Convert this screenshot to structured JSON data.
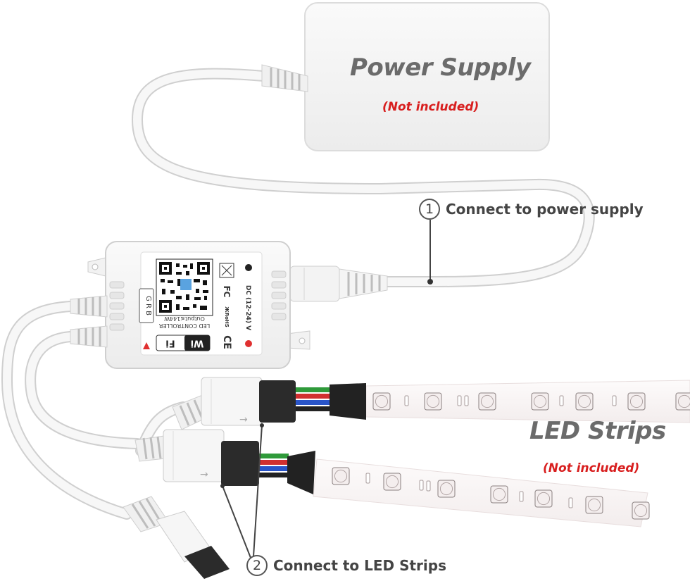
{
  "power_supply": {
    "title": "Power Supply",
    "note": "(Not included)"
  },
  "step1": {
    "number": "1",
    "text": "Connect to power supply"
  },
  "step2": {
    "number": "2",
    "text": "Connect to LED Strips"
  },
  "led_strips": {
    "title": "LED Strips",
    "note": "(Not included)"
  },
  "controller": {
    "brand_text": "Wi Fi",
    "model_text": "LED CONTROLLER",
    "output_text": "Output≤144W",
    "dc_text": "DC (12-24) V",
    "channels_label": "G R B",
    "ce_mark": "CE",
    "fc_mark": "FC"
  },
  "colors": {
    "power_title": "#6b6b6b",
    "note_red": "#d81e1e",
    "cable": "#f2f2f2",
    "cable_edge": "#c9c9c9",
    "connector": "#2a2a2a",
    "strip_body": "#fbf8f8",
    "wire_green": "#2f9a3a",
    "wire_red": "#d03030",
    "wire_blue": "#2a55c8"
  }
}
